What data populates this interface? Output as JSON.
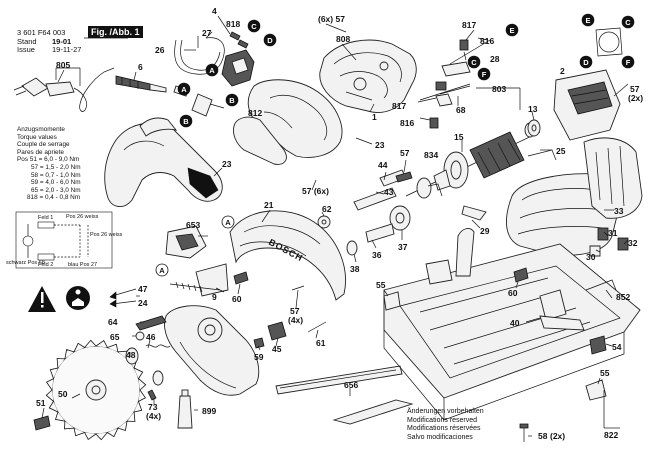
{
  "header": {
    "part_number": "3 601 F64 003",
    "stand_label": "Stand",
    "stand_value": "19-01",
    "issue_label": "Issue",
    "issue_value": "19-11-27",
    "figure_label": "Fig. /Abb. 1"
  },
  "torque": {
    "lines": [
      "Anzugsmomente",
      "Torque values",
      "Couple de serrage",
      "Pares de apriete"
    ],
    "values": [
      "Pos 51 = 6,0 - 9,0 Nm",
      "57 = 1,5 - 2,0 Nm",
      "58 = 0,7 - 1,0 Nm",
      "59 = 4,0 - 6,0 Nm",
      "65 = 2,0 - 3,0 Nm",
      "818 = 0,4 - 0,8 Nm"
    ]
  },
  "wiring": {
    "labels": [
      "Feld 1",
      "Pos 26 weiss",
      "Pos 26 weiss",
      "schwarz Pos 68",
      "Feld 2",
      "blau Pos 27"
    ]
  },
  "notes": {
    "lines": [
      "Änderungen vorbehalten",
      "Modifications reserved",
      "Modifications réservées",
      "Salvo modificaciones"
    ]
  },
  "callout_letters": [
    "A",
    "B",
    "C",
    "D",
    "E",
    "F"
  ],
  "part_labels": {
    "p805": "805",
    "p6": "6",
    "p4": "4",
    "p27": "27",
    "p818": "818",
    "p26": "26",
    "p812": "812",
    "p57a": "(6x) 57",
    "p808": "808",
    "p1": "1",
    "p817a": "817",
    "p816a": "816",
    "p28": "28",
    "p817b": "817",
    "p816b": "816",
    "p803": "803",
    "p68": "68",
    "p2": "2",
    "p13": "13",
    "p57b": "57",
    "p2x": "(2x)",
    "p15": "15",
    "p834": "834",
    "p25": "25",
    "p23a": "23",
    "p23b": "23",
    "p44": "44",
    "p57c": "57",
    "p57d": "57 (6x)",
    "p43": "43",
    "p33": "33",
    "p21": "21",
    "p62": "62",
    "p653": "653",
    "p36": "36",
    "p37": "37",
    "p38": "38",
    "p29": "29",
    "p31": "31",
    "p32": "32",
    "p30": "30",
    "p47": "47",
    "p24": "24",
    "p9": "9",
    "p60a": "60",
    "p55a": "55",
    "p60b": "60",
    "p852": "852",
    "p64": "64",
    "p65": "65",
    "p46": "46",
    "p57e": "57",
    "p4x": "(4x)",
    "p45": "45",
    "p59": "59",
    "p61": "61",
    "p40": "40",
    "p54": "54",
    "p48": "48",
    "p656": "656",
    "p55b": "55",
    "p51": "51",
    "p50": "50",
    "p73": "73",
    "p73x": "(4x)",
    "p899": "899",
    "p58": "58",
    "p58x": "(2x)",
    "p822": "822"
  },
  "brand": "BOSCH"
}
